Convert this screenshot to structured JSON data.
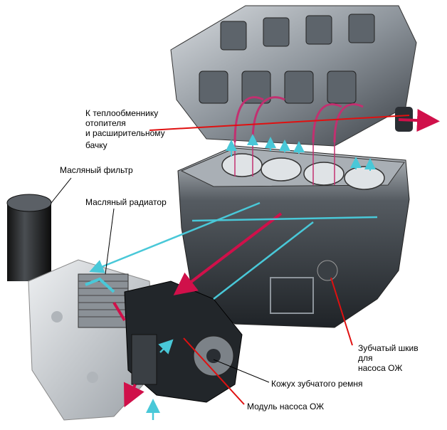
{
  "labels": {
    "heat_exchanger": [
      "К теплообменнику",
      "отопителя",
      "и расширительному",
      "бачку"
    ],
    "oil_filter": "Масляный фильтр",
    "oil_cooler": "Масляный радиатор",
    "pulley": [
      "Зубчатый шкив",
      "для",
      "насоса ОЖ"
    ],
    "belt_cover": "Кожух зубчатого ремня",
    "pump_module": "Модуль насоса ОЖ"
  },
  "colors": {
    "hot_coolant": "#d0104a",
    "cold_coolant": "#49c8d8",
    "leader_red": "#e01010",
    "metal_dark": "#2a2e33",
    "metal_light": "#b9bec4"
  }
}
